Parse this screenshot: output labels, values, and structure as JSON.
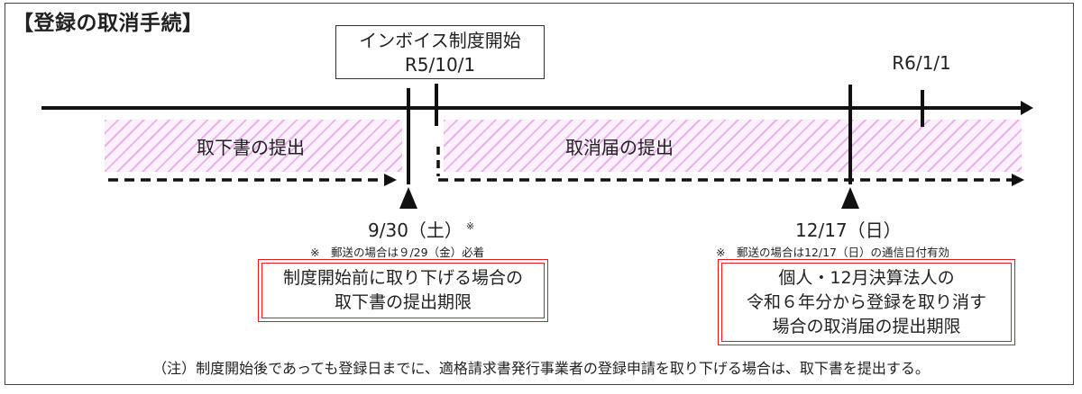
{
  "title": "【登録の取消手続】",
  "event_box": {
    "line1": "インボイス制度開始",
    "line2": "R5/10/1"
  },
  "r6_label": "R6/1/1",
  "bands": {
    "left_label": "取下書の提出",
    "right_label": "取消届の提出"
  },
  "dates": {
    "left": {
      "label": "9/30（土）",
      "mark": "※",
      "note": "※　郵送の場合は９/29（金）必着"
    },
    "right": {
      "label": "12/17（日）",
      "note": "※　郵送の場合は12/17（日）の通信日付有効"
    }
  },
  "deadline_left": {
    "line1": "制度開始前に取り下げる場合の",
    "line2": "取下書の提出期限"
  },
  "deadline_right": {
    "line1": "個人・12月決算法人の",
    "line2": "令和６年分から登録を取り消す",
    "line3": "場合の取消届の提出期限"
  },
  "footnote": "（注）制度開始後であっても登録日までに、適格請求書発行事業者の登録申請を取り下げる場合は、取下書を提出する。",
  "colors": {
    "hatch": "#e9b2e9",
    "deadline_border": "#e01e1e",
    "line": "#111111"
  }
}
